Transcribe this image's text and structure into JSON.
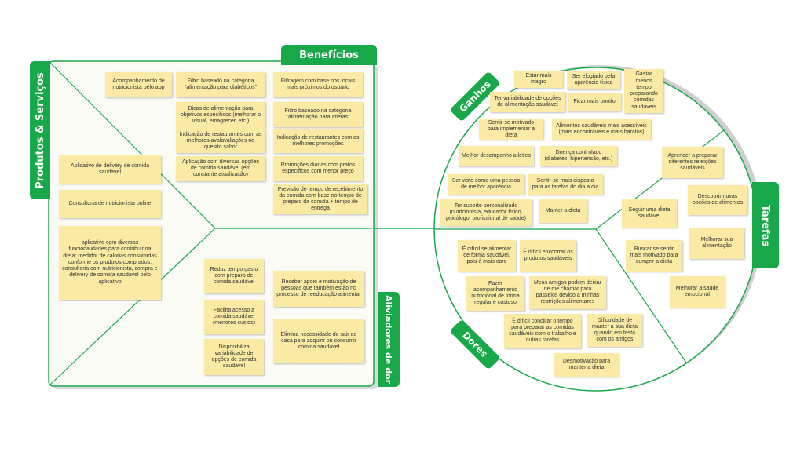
{
  "colors": {
    "accent": "#18a84a",
    "note": "#faeaa4",
    "frame_fill": "#fbfbf6"
  },
  "labels": {
    "produtos": "Produtos & Serviços",
    "beneficios": "Benefícios",
    "aliviadores": "Aliviadores de dor",
    "ganhos": "Ganhos",
    "tarefas": "Tarefas",
    "dores": "Dores"
  },
  "produtos": [
    "Aplicativo de delivery de comida saudável",
    "Consultoria de nutricionista online",
    "aplicativo com diversas funcionalidades para contribuir na dieta: medidor de calorias consumidas conforme os produtos comprados, consultoria com nutricionista, compra e delivery de comida saudável pelo aplicativo"
  ],
  "beneficios": [
    "Acompanhamento de nutricionista pelo app",
    "Filtro baseado na categoria \"alimentação para diabéticos\"",
    "Filtragem com base nos locais mais próximos do usuário",
    "Dicas de alimentação para objetivos específicos (melhorar o visual, emagrecer, etc.)",
    "Filtro baseado na categoria \"alimentação para atletas\"",
    "Indicação de restaurantes com as melhores avalavaliações no quesito sabor",
    "Indicação de restaurantes com as melhores promoções",
    "Aplicação com diversas opções de comida saudável (em constante atualização)",
    "Promoções diárias com pratos específicos com menor preço",
    "Previsão de tempo de recebimento da comida com base no tempo de preparo da comida + tempo de entrega"
  ],
  "aliviadores": [
    "Reduz tempo gasto com preparo de comida saudável",
    "Receber apoio e motivação de pessoas que também estão no processo de reeducação alimentar",
    "Facilita acesso a comida saudável (menores custos)",
    "Elimina necessidade de sair de casa para adquirir ou consumir comida saudável",
    "Disponibiliza variabilidade de opções de comida saudável"
  ],
  "ganhos": [
    "Estar mais magro",
    "Ser elogiado pela aparência física",
    "Gastar menos tempo preparando comidas saudáveis",
    "Ter variabilidade de opções de alimentação saudável",
    "Ficar mais bonito",
    "Sentir-se motivado para implementar a dieta",
    "Alimentos saudáveis mais acessíveis (mais encontráveis e mais baratos)",
    "Melhor desempenho atlético",
    "Doença controlado (diabetes, hipertensão, etc.)",
    "Ser visto como uma pessoa de melhor aparência",
    "Sentir-se mais disposto para as tarefas do dia a dia",
    "Ter suporte personalizado (nutricionista, educador físico, psicólogo, profissional de saúde)",
    "Manter a dieta"
  ],
  "tarefas": [
    "Aprender a preparar diferentes refeições saudáveis",
    "Descobrir novas opções de alimentos",
    "Seguir uma dieta saudável",
    "Melhorar sua alimentação",
    "Buscar se sentir mais motivado para cumprir a dieta",
    "Melhorar a saúde emocional"
  ],
  "dores": [
    "É difícil se alimentar de forma saudável, pois é mais caro",
    "É difícil encontrar os produtos saudáveis",
    "Fazer acompanhamento nutricional de forma regular é custoso",
    "Meus amigos podem deixar de me chamar para passeios devido a minhas restrições alimentares",
    "É difícil conciliar o tempo para preparar as comidas saudáveis com o trabalho e outras tarefas",
    "Dificuldade de manter a sua dieta quando em festa com os amigos",
    "Desmotivação para manter a dieta"
  ]
}
